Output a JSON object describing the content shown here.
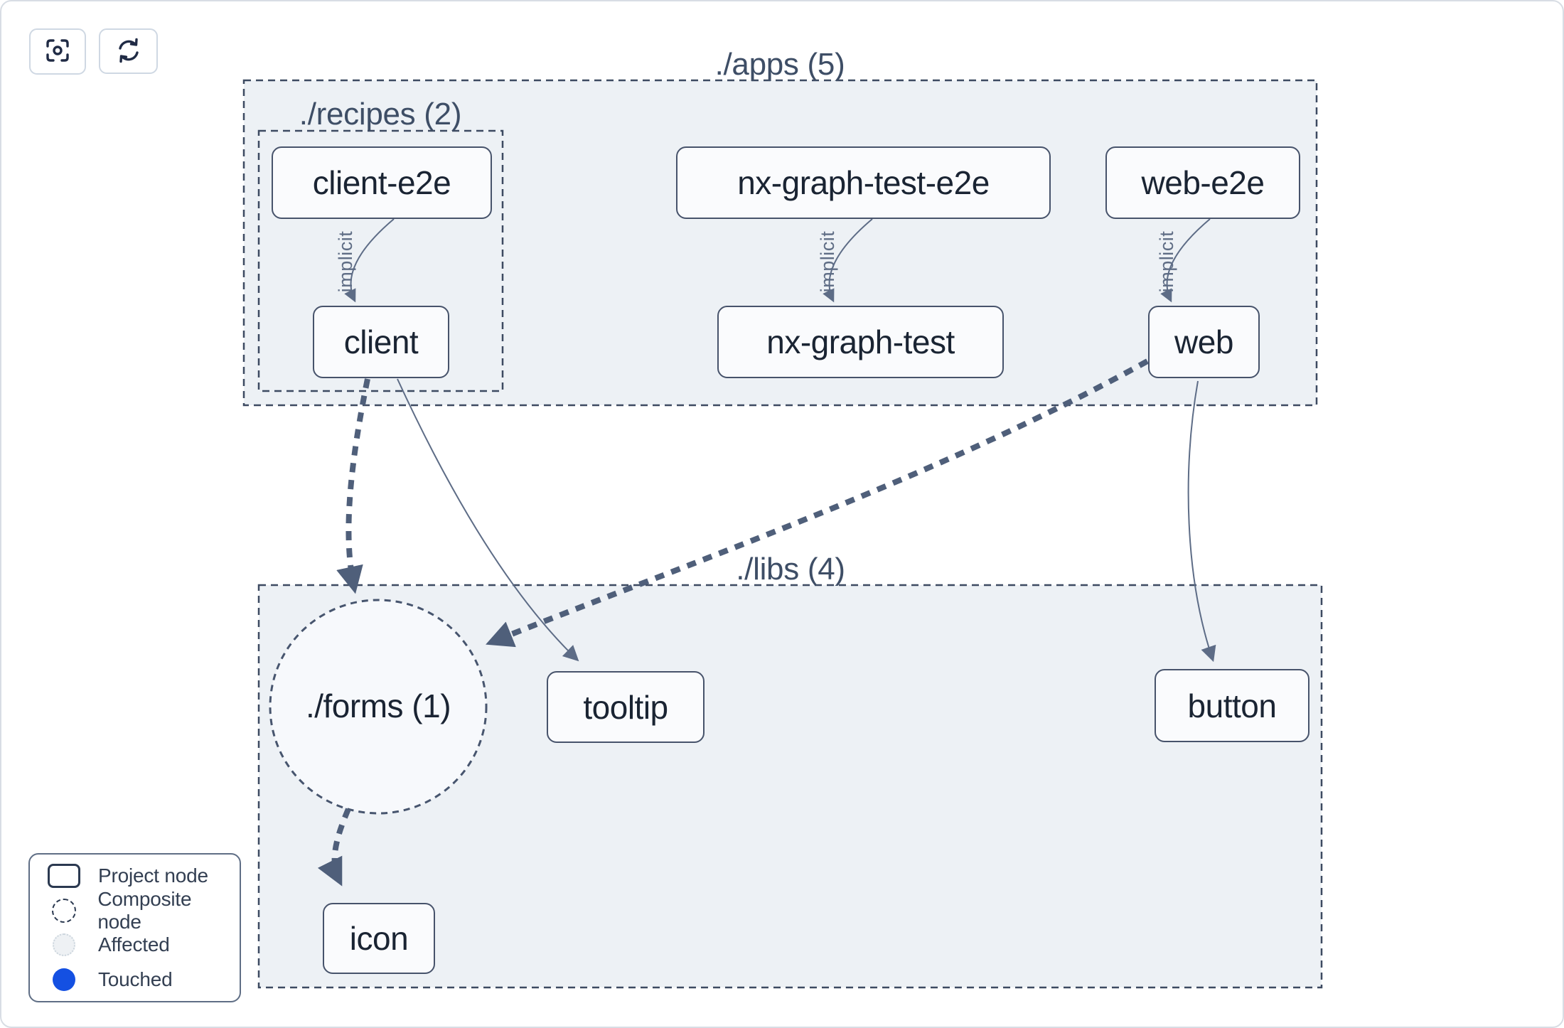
{
  "toolbar": {
    "buttons": [
      {
        "icon": "focus-icon"
      },
      {
        "icon": "refresh-icon"
      }
    ]
  },
  "groups": {
    "apps": {
      "label": "./apps (5)"
    },
    "recipes": {
      "label": "./recipes (2)"
    },
    "libs": {
      "label": "./libs (4)"
    },
    "forms": {
      "label": "./forms (1)"
    }
  },
  "nodes": {
    "client_e2e": {
      "label": "client-e2e"
    },
    "nx_graph_test_e2e": {
      "label": "nx-graph-test-e2e"
    },
    "web_e2e": {
      "label": "web-e2e"
    },
    "client": {
      "label": "client"
    },
    "nx_graph_test": {
      "label": "nx-graph-test"
    },
    "web": {
      "label": "web"
    },
    "tooltip": {
      "label": "tooltip"
    },
    "button": {
      "label": "button"
    },
    "icon": {
      "label": "icon"
    }
  },
  "edges": {
    "implicit_label": "implicit"
  },
  "legend": {
    "items": [
      {
        "label": "Project node",
        "swatch": "project-node-swatch"
      },
      {
        "label": "Composite node",
        "swatch": "composite-node-swatch"
      },
      {
        "label": "Affected",
        "swatch": "affected-swatch"
      },
      {
        "label": "Touched",
        "swatch": "touched-swatch"
      }
    ],
    "touched_color": "#1450e2"
  },
  "colors": {
    "group_background": "#edf1f5",
    "group_border": "#3d4a61",
    "node_border": "#47536b",
    "node_text": "#1a2433",
    "edge_thin": "#5d6c86",
    "edge_thick": "#4f5f7a",
    "implicit_text": "#5f6d85"
  }
}
